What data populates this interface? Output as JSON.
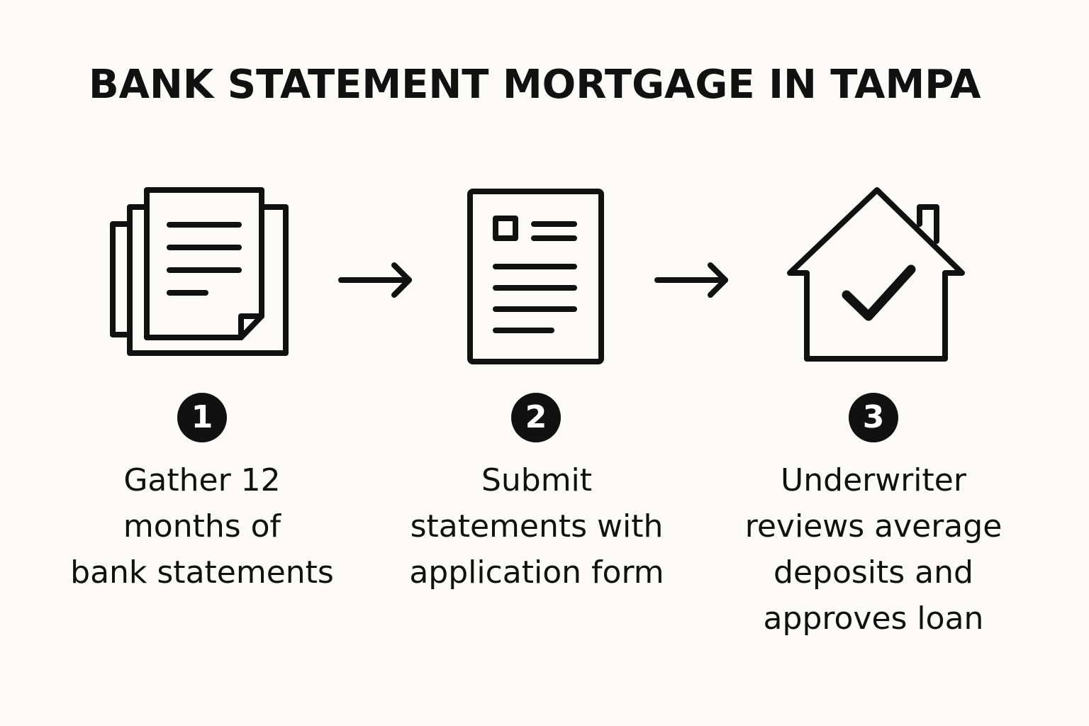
{
  "title": "BANK STATEMENT MORTGAGE IN TAMPA",
  "steps": [
    {
      "number": "1",
      "icon": "stacked-documents-icon",
      "lines": [
        "Gather 12",
        "months of",
        "bank statements"
      ]
    },
    {
      "number": "2",
      "icon": "application-form-icon",
      "lines": [
        "Submit",
        "statements with",
        "application form"
      ]
    },
    {
      "number": "3",
      "icon": "house-check-icon",
      "lines": [
        "Underwriter",
        "reviews average",
        "deposits and",
        "approves loan"
      ]
    }
  ],
  "colors": {
    "background": "#fcfbf8",
    "ink": "#111111",
    "badge_text": "#ffffff"
  }
}
